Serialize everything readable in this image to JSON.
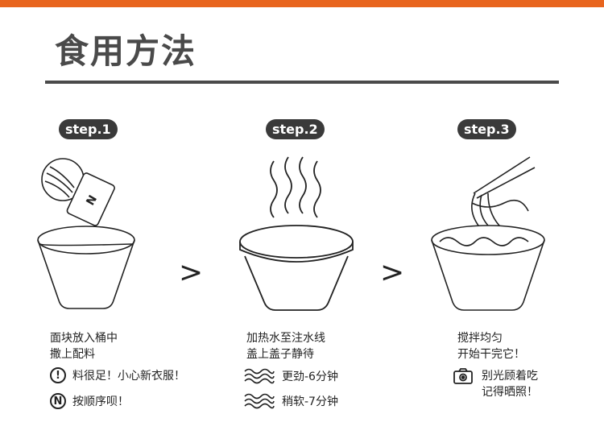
{
  "header": {
    "title": "食用方法",
    "accent_color": "#e8651e"
  },
  "steps": [
    {
      "badge": "step.1",
      "lines": [
        "面块放入桶中",
        "撒上配料"
      ],
      "tips": [
        {
          "icon": "exclamation-circle-icon",
          "glyph": "!",
          "text": "料很足！小心新衣服！"
        },
        {
          "icon": "n-circle-icon",
          "glyph": "N",
          "text": "按顺序呗！"
        }
      ],
      "packet_letter": "N"
    },
    {
      "badge": "step.2",
      "lines": [
        "加热水至注水线",
        "盖上盖子静待"
      ],
      "tips": [
        {
          "icon": "steam-waves-icon",
          "text": "更劲-6分钟"
        },
        {
          "icon": "steam-waves-icon",
          "text": "稍软-7分钟"
        }
      ]
    },
    {
      "badge": "step.3",
      "lines": [
        "搅拌均匀",
        "开始干完它！"
      ],
      "tips": [
        {
          "icon": "camera-icon",
          "lines": [
            "别光顾着吃",
            "记得晒照！"
          ]
        }
      ]
    }
  ],
  "arrows": [
    ">",
    ">"
  ]
}
